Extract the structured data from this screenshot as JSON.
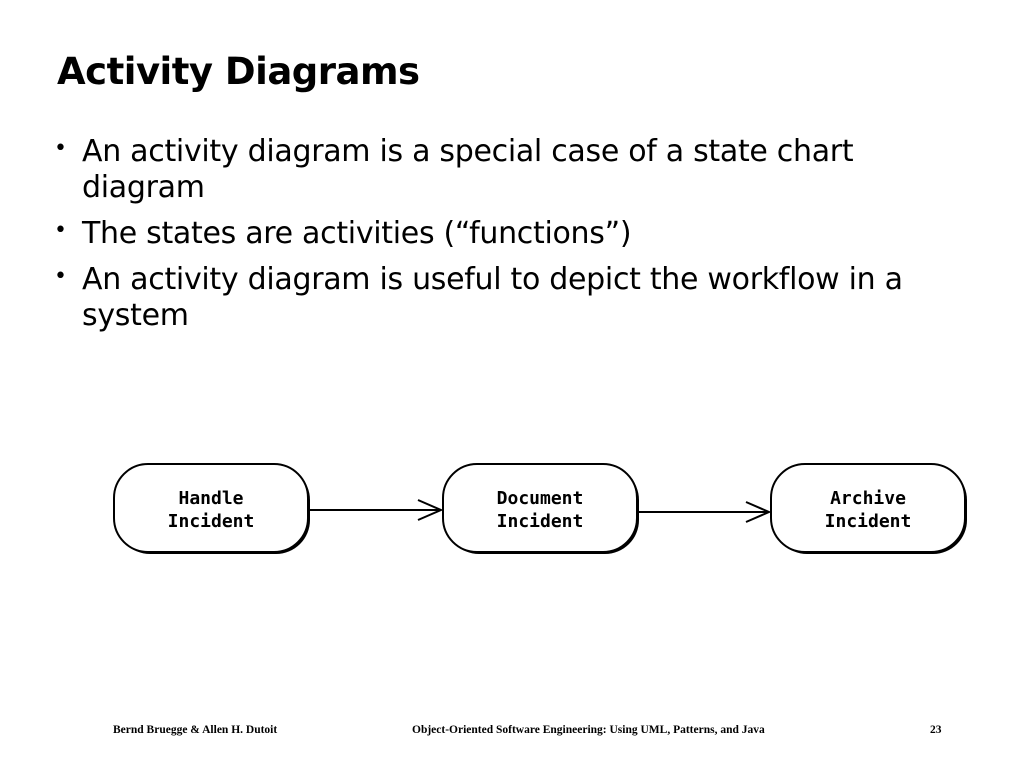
{
  "slide": {
    "title": "Activity Diagrams",
    "bullets": [
      {
        "text": "An activity diagram is a special case of a state chart diagram"
      },
      {
        "text": "The states are activities (“functions”)"
      },
      {
        "text": "An activity diagram is useful to depict the workflow in a system"
      }
    ],
    "bullet_marker": "•"
  },
  "diagram": {
    "activities": [
      {
        "line1": "Handle",
        "line2": "Incident"
      },
      {
        "line1": "Document",
        "line2": "Incident"
      },
      {
        "line1": "Archive",
        "line2": "Incident"
      }
    ]
  },
  "footer": {
    "authors": "Bernd Bruegge & Allen H. Dutoit",
    "book": "Object-Oriented Software Engineering: Using UML, Patterns, and Java",
    "page_number": "23"
  }
}
